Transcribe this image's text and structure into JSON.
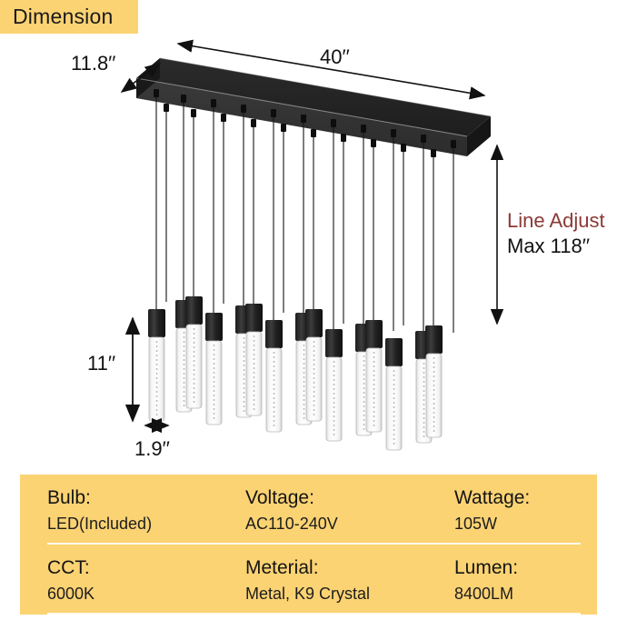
{
  "header": {
    "badge_label": "Dimension"
  },
  "diagram": {
    "fixture_type": "linear-crystal-pendant-chandelier",
    "pendant_count": 15,
    "pendant_groups": 5,
    "pendants_per_group": 3,
    "canopy_color": "#232323",
    "labels": {
      "length": "40′′",
      "depth": "11.8′′",
      "pendant_height": "11′′",
      "pendant_diameter": "1.9′′",
      "line_adjust_title": "Line Adjust",
      "line_adjust_value": "Max 118′′"
    },
    "accent_colors": {
      "gold": "#fbd373",
      "line_adjust_red": "#8a3a36",
      "arrow_black": "#111111"
    }
  },
  "spec_table": {
    "rows": [
      [
        {
          "key": "Bulb:",
          "value": "LED(Included)"
        },
        {
          "key": "Voltage:",
          "value": "AC110-240V"
        },
        {
          "key": "Wattage:",
          "value": "105W"
        }
      ],
      [
        {
          "key": "CCT:",
          "value": "6000K"
        },
        {
          "key": "Meterial:",
          "value": "Metal, K9 Crystal"
        },
        {
          "key": "Lumen:",
          "value": "8400LM"
        }
      ]
    ]
  }
}
